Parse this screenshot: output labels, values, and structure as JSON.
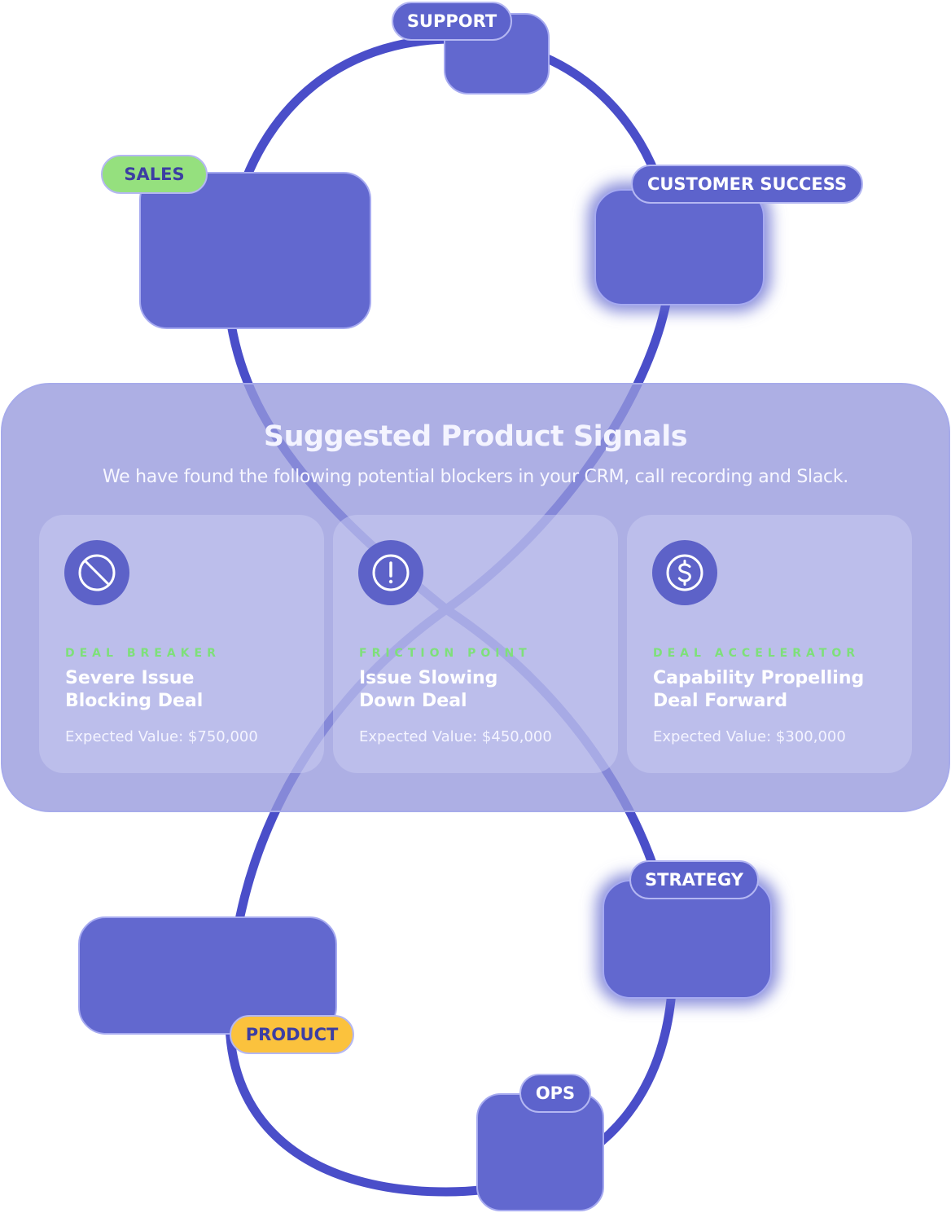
{
  "colors": {
    "loop_stroke": "#4a4ec9",
    "node_fill": "#6268cf",
    "node_border": "#a6aaf0",
    "panel_fill": "#9698dc",
    "sales_tag": "#95e07e",
    "product_tag": "#fbc23d",
    "card_label": "#7ee07a"
  },
  "nodes": {
    "support": "SUPPORT",
    "sales": "SALES",
    "customer_success": "CUSTOMER SUCCESS",
    "strategy": "STRATEGY",
    "product": "PRODUCT",
    "ops": "OPS"
  },
  "panel": {
    "title": "Suggested Product Signals",
    "subtitle": "We have found the following potential blockers in your CRM, call recording and Slack."
  },
  "cards": [
    {
      "icon": "ban-icon",
      "label": "DEAL BREAKER",
      "title_line1": "Severe Issue",
      "title_line2": "Blocking Deal",
      "value": "Expected Value: $750,000"
    },
    {
      "icon": "exclamation-icon",
      "label": "FRICTION POINT",
      "title_line1": "Issue Slowing",
      "title_line2": "Down Deal",
      "value": "Expected Value: $450,000"
    },
    {
      "icon": "dollar-icon",
      "label": "DEAL ACCELERATOR",
      "title_line1": "Capability Propelling",
      "title_line2": "Deal Forward",
      "value": "Expected Value: $300,000"
    }
  ]
}
